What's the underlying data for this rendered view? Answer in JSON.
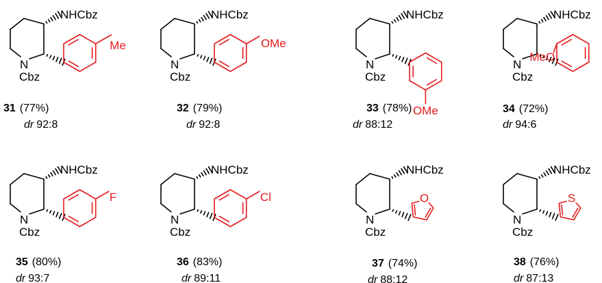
{
  "colors": {
    "ink": "#000000",
    "accent": "#e41a1c"
  },
  "labels": {
    "amine": "NHCbz",
    "n": "N",
    "pg": "Cbz",
    "dr_prefix": "dr"
  },
  "compounds": [
    {
      "id": "31",
      "yield": "(77%)",
      "dr": "92:8",
      "aryl": "p-tolyl",
      "substituent": "Me"
    },
    {
      "id": "32",
      "yield": "(79%)",
      "dr": "92:8",
      "aryl": "p-anisyl",
      "substituent": "OMe"
    },
    {
      "id": "33",
      "yield": "(78%)",
      "dr": "88:12",
      "aryl": "m-anisyl",
      "substituent": "OMe"
    },
    {
      "id": "34",
      "yield": "(72%)",
      "dr": "94:6",
      "aryl": "o-anisyl",
      "substituent": "MeO"
    },
    {
      "id": "35",
      "yield": "(80%)",
      "dr": "93:7",
      "aryl": "p-fluorophenyl",
      "substituent": "F"
    },
    {
      "id": "36",
      "yield": "(83%)",
      "dr": "89:11",
      "aryl": "p-chlorophenyl",
      "substituent": "Cl"
    },
    {
      "id": "37",
      "yield": "(74%)",
      "dr": "88:12",
      "aryl": "2-furyl",
      "substituent": "O"
    },
    {
      "id": "38",
      "yield": "(76%)",
      "dr": "87:13",
      "aryl": "2-thienyl",
      "substituent": "S"
    }
  ]
}
